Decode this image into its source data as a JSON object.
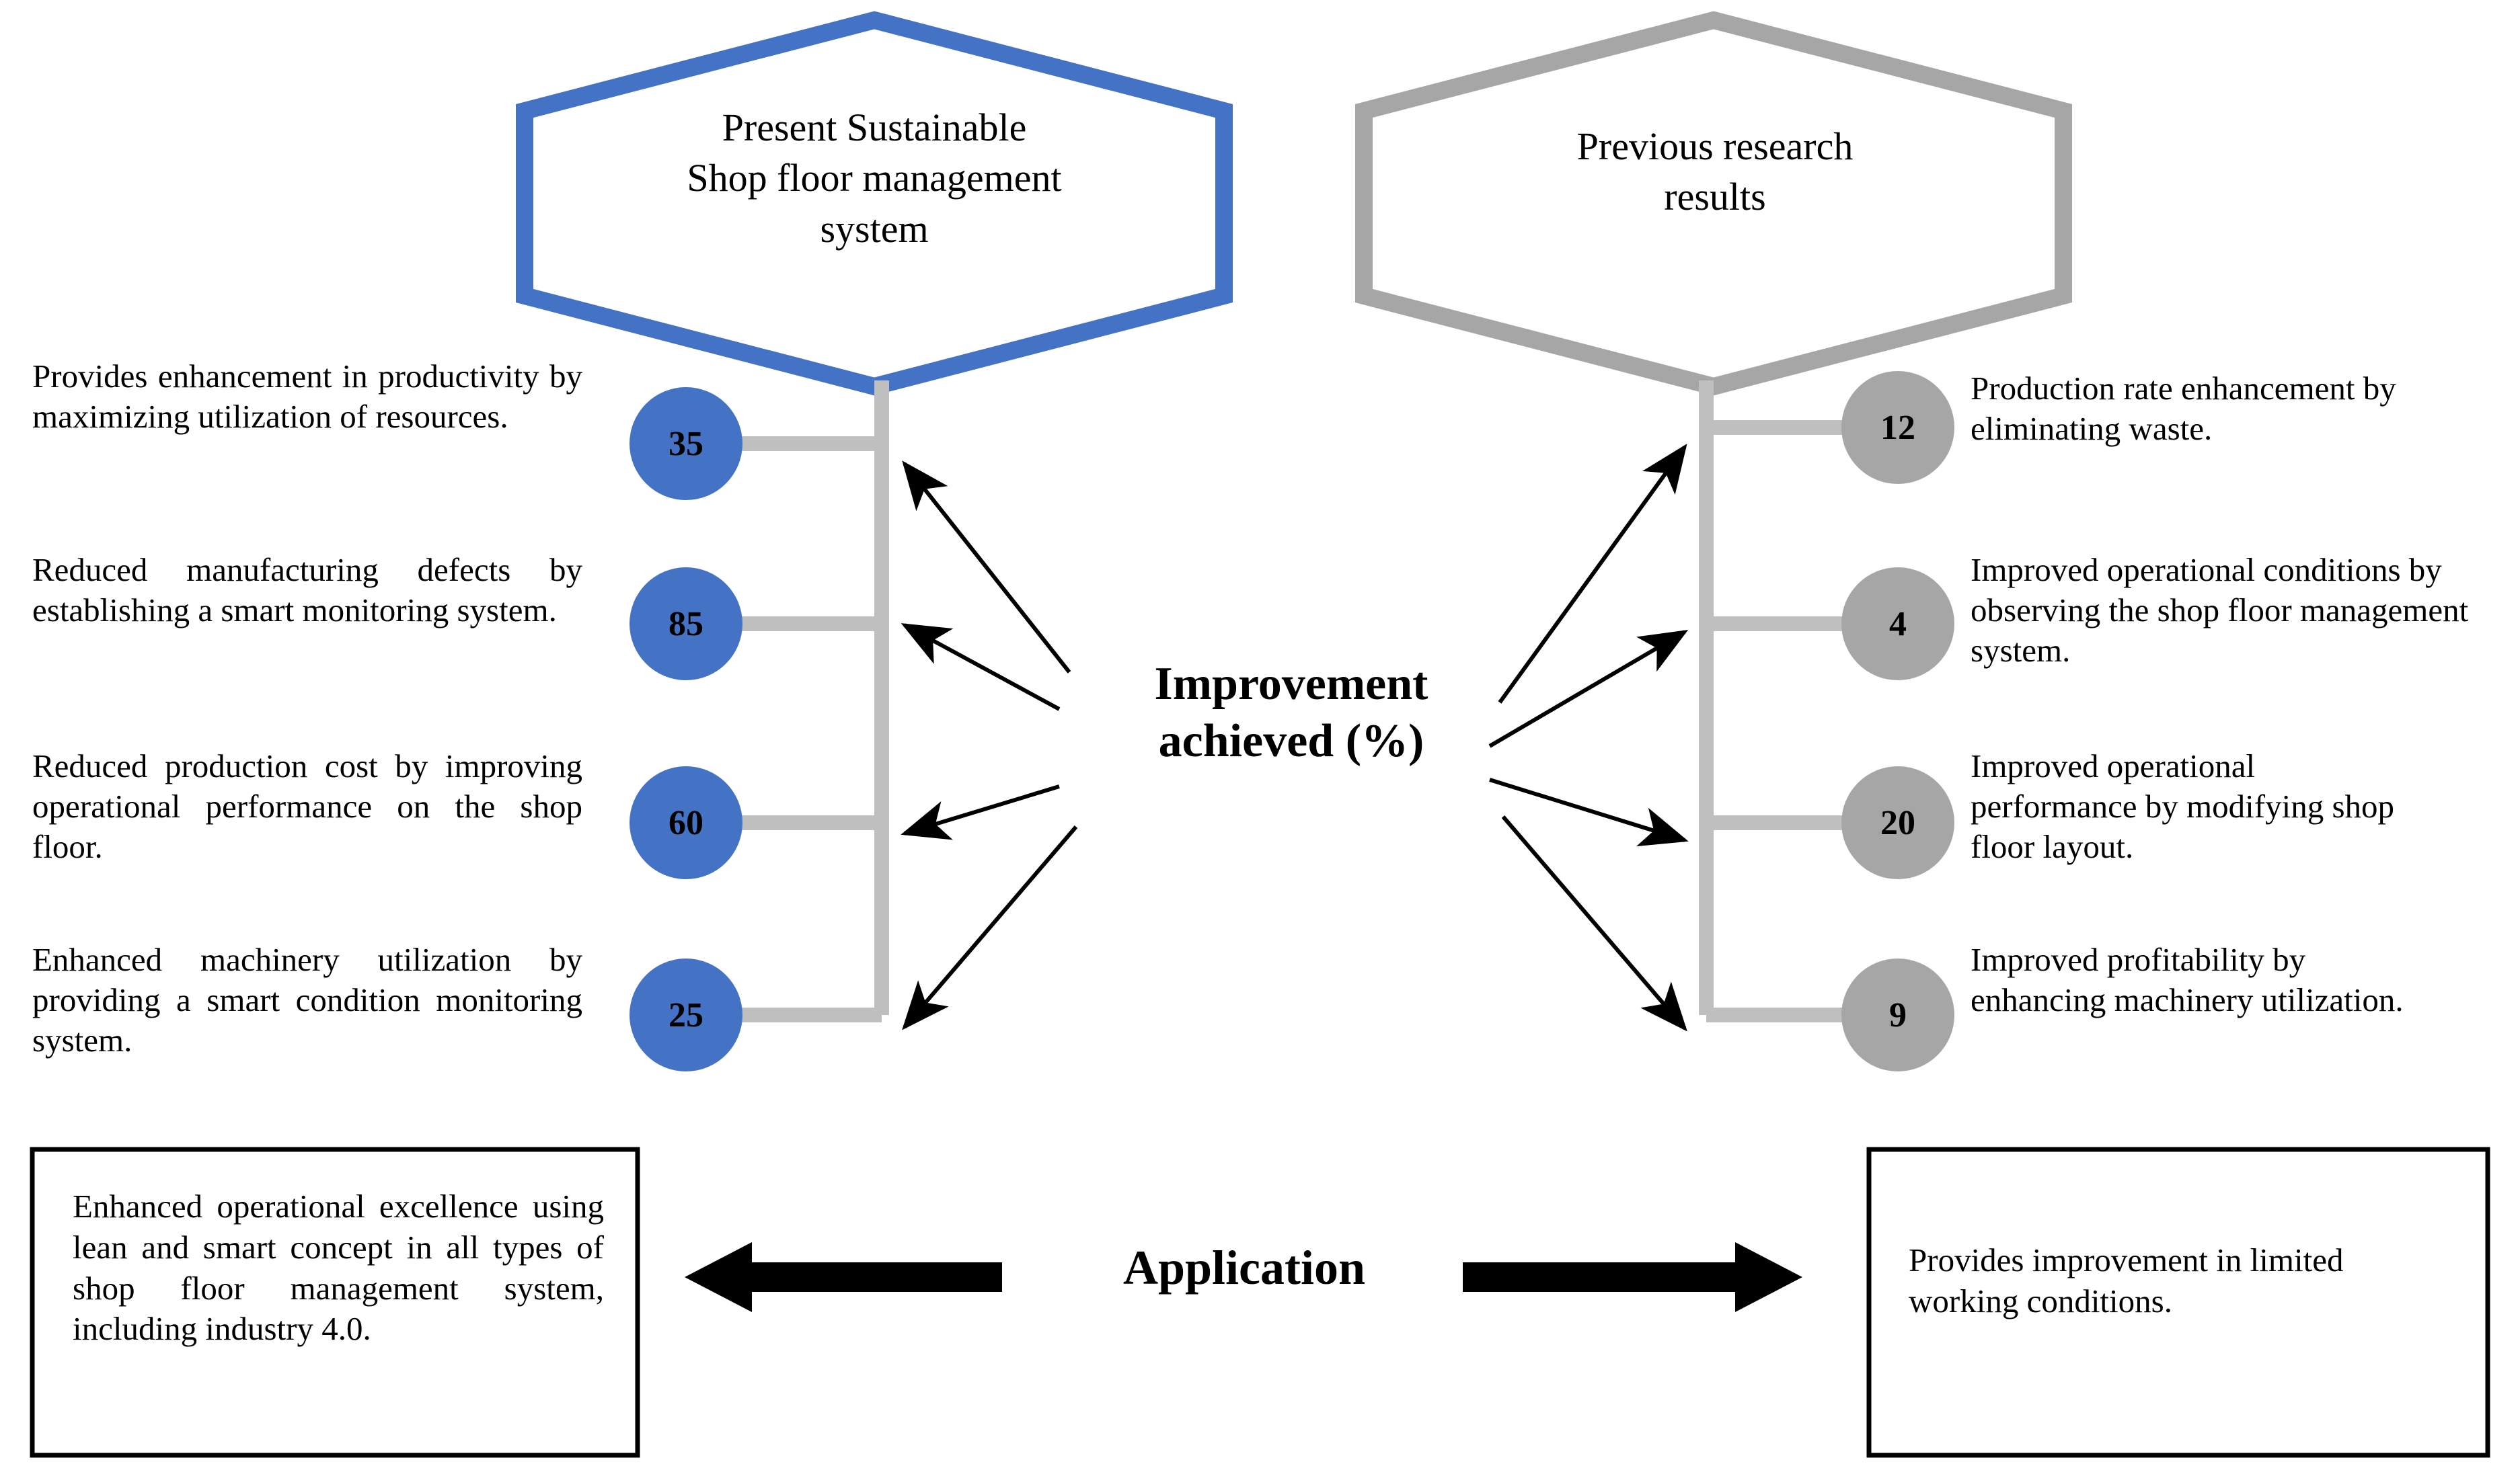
{
  "colors": {
    "blue": "#4472C4",
    "gray": "#A6A6A6",
    "line_gray": "#BFBFBF",
    "black": "#000000",
    "background": "#FFFFFF"
  },
  "left_branch": {
    "header": "Present Sustainable Shop floor management system",
    "header_lines": [
      "Present Sustainable",
      "Shop floor management",
      "system"
    ],
    "accent_color": "#4472C4",
    "items": [
      {
        "value": "35",
        "text": "Provides enhancement in productivity by maximizing utilization of resources."
      },
      {
        "value": "85",
        "text": "Reduced manufacturing defects by establishing a smart monitoring system."
      },
      {
        "value": "60",
        "text": "Reduced production cost by improving operational performance on the shop floor."
      },
      {
        "value": "25",
        "text": "Enhanced machinery utilization by providing a smart condition monitoring system."
      }
    ]
  },
  "right_branch": {
    "header": "Previous research results",
    "header_lines": [
      "Previous research",
      "results"
    ],
    "accent_color": "#A6A6A6",
    "items": [
      {
        "value": "12",
        "text": "Production rate enhancement by eliminating waste."
      },
      {
        "value": "4",
        "text": "Improved operational conditions by observing the shop floor management system."
      },
      {
        "value": "20",
        "text": "Improved operational performance by modifying shop floor layout."
      },
      {
        "value": "9",
        "text": "Improved profitability by enhancing machinery utilization."
      }
    ]
  },
  "center": {
    "label": "Improvement achieved (%)",
    "label_lines": [
      "Improvement",
      "achieved (%)"
    ]
  },
  "application": {
    "label": "Application",
    "left_box": "Enhanced operational excellence using lean and smart concept in all types of shop floor management system, including industry 4.0.",
    "right_box": "Provides improvement in limited working conditions."
  },
  "chart_data": {
    "type": "bar",
    "title": "Improvement achieved (%)",
    "xlabel": "",
    "ylabel": "Improvement achieved (%)",
    "series": [
      {
        "name": "Present Sustainable Shop floor management system",
        "color": "#4472C4",
        "categories": [
          "Provides enhancement in productivity by maximizing utilization of resources.",
          "Reduced manufacturing defects by establishing a smart monitoring system.",
          "Reduced production cost by improving operational performance on the shop floor.",
          "Enhanced machinery utilization by providing a smart condition monitoring system."
        ],
        "values": [
          35,
          85,
          60,
          25
        ]
      },
      {
        "name": "Previous research results",
        "color": "#A6A6A6",
        "categories": [
          "Production rate enhancement by eliminating waste.",
          "Improved operational conditions by observing the shop floor management system.",
          "Improved operational performance by modifying shop floor layout.",
          "Improved profitability by enhancing machinery utilization."
        ],
        "values": [
          12,
          4,
          20,
          9
        ]
      }
    ]
  }
}
